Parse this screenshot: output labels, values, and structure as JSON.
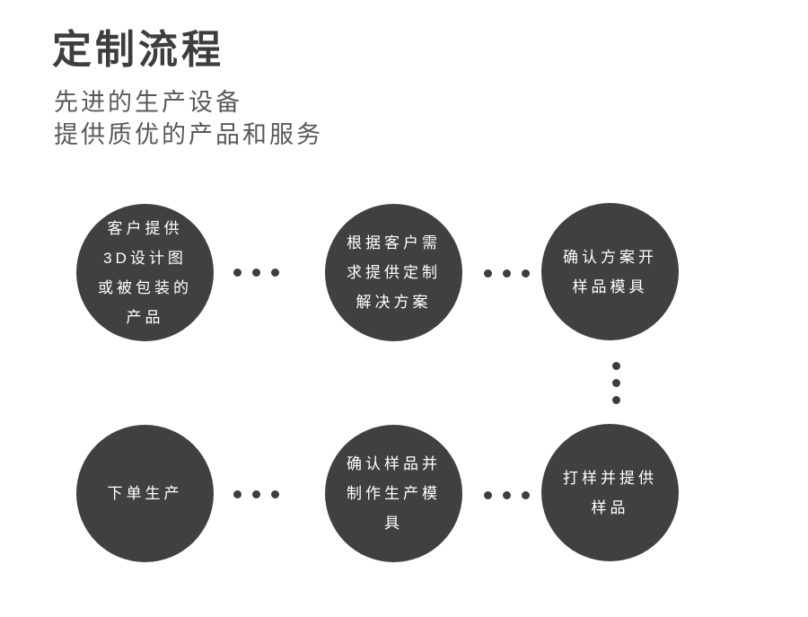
{
  "header": {
    "title": "定制流程",
    "subtitle_line1": "先进的生产设备",
    "subtitle_line2": "提供质优的产品和服务"
  },
  "colors": {
    "background": "#ffffff",
    "title_text": "#3d3d3d",
    "subtitle_text": "#595959",
    "circle_fill": "#404040",
    "circle_text": "#ffffff",
    "connector_dot": "#3d3d3d"
  },
  "flow": {
    "steps": [
      {
        "order": 1,
        "position": "row1-col1",
        "text": "客户提供\n3D设计图\n或被包装的\n产品"
      },
      {
        "order": 2,
        "position": "row1-col2",
        "text": "根据客户需\n求提供定制\n解决方案"
      },
      {
        "order": 3,
        "position": "row1-col3",
        "text": "确认方案开\n样品模具"
      },
      {
        "order": 4,
        "position": "row2-col3",
        "text": "打样并提供\n样品"
      },
      {
        "order": 5,
        "position": "row2-col2",
        "text": "确认样品并\n制作生产模\n具"
      },
      {
        "order": 6,
        "position": "row2-col1",
        "text": "下单生产"
      }
    ],
    "connectors": [
      {
        "between": "step1-step2",
        "style": "three-dots-horizontal"
      },
      {
        "between": "step2-step3",
        "style": "three-dots-horizontal"
      },
      {
        "between": "step3-step4",
        "style": "three-dots-vertical"
      },
      {
        "between": "step4-step5",
        "style": "three-dots-horizontal"
      },
      {
        "between": "step5-step6",
        "style": "three-dots-horizontal"
      }
    ]
  }
}
